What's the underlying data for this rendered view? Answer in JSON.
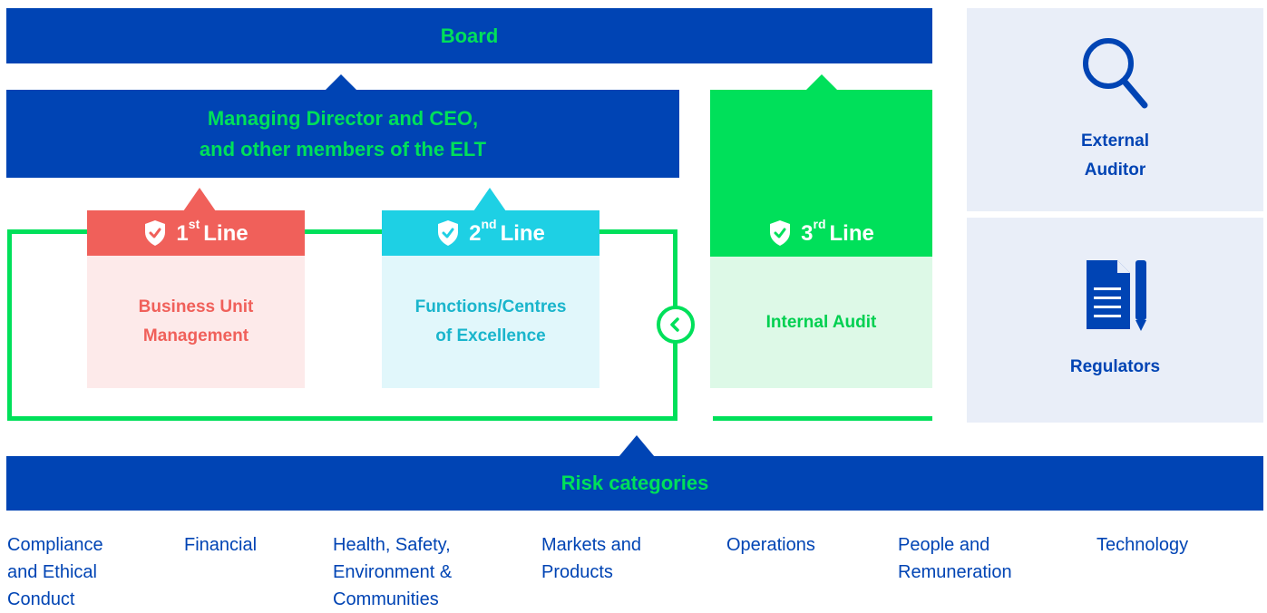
{
  "board": {
    "label": "Board"
  },
  "management": {
    "line1": "Managing Director and CEO,",
    "line2": "and other members of the ELT"
  },
  "lines": [
    {
      "num": "1",
      "suffix": "st",
      "word": "Line",
      "body1": "Business Unit",
      "body2": "Management",
      "color": "#f0605a"
    },
    {
      "num": "2",
      "suffix": "nd",
      "word": "Line",
      "body1": "Functions/Centres",
      "body2": "of Excellence",
      "color": "#1ed0e4"
    },
    {
      "num": "3",
      "suffix": "rd",
      "word": "Line",
      "body1": "Internal Audit",
      "color": "#00e05a"
    }
  ],
  "external": {
    "line1": "External",
    "line2": "Auditor",
    "icon": "magnifier-icon"
  },
  "regulators": {
    "label": "Regulators",
    "icon": "document-pen-icon"
  },
  "risk": {
    "title": "Risk categories",
    "categories": [
      "Compliance\nand Ethical\nConduct",
      "Financial",
      "Health, Safety,\nEnvironment &\nCommunities",
      "Markets and\nProducts",
      "Operations",
      "People and\nRemuneration",
      "Technology"
    ]
  },
  "colors": {
    "navy": "#0044b4",
    "green": "#00e05a",
    "red": "#f0605a",
    "cyan": "#1ed0e4"
  }
}
